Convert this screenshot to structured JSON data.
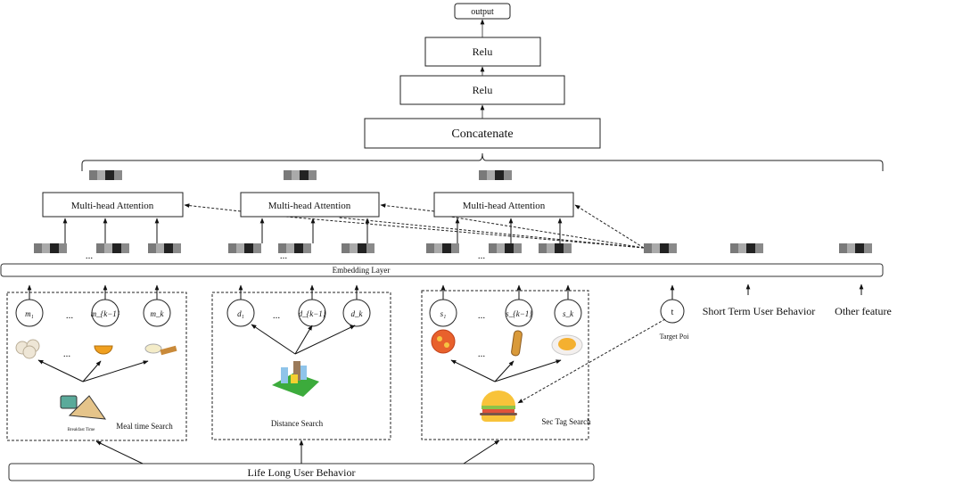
{
  "top": {
    "output": "output",
    "relu_top": "Relu",
    "relu_bottom": "Relu",
    "concatenate": "Concatenate"
  },
  "attention": {
    "label": "Multi-head Attention",
    "ellipsis": "..."
  },
  "embedding_layer": "Embedding Layer",
  "meal": {
    "title": "Meal time Search",
    "nodes": [
      "m₁",
      "m_{k−1}",
      "m_k"
    ],
    "logo_text": "Breakfast Time"
  },
  "distance": {
    "title": "Distance Search",
    "nodes": [
      "d₁",
      "d_{k−1}",
      "d_k"
    ]
  },
  "sec": {
    "title": "Sec Tag Search",
    "nodes": [
      "s₁",
      "s_{k−1}",
      "s_k"
    ]
  },
  "target": {
    "node": "t",
    "label": "Target Poi"
  },
  "short_term": "Short Term User Behavior",
  "other_feature": "Other feature",
  "life_long": "Life Long User Behavior",
  "colors": {
    "emb_1": "#7a7a7a",
    "emb_2": "#aaaaaa",
    "emb_3": "#222222",
    "emb_4": "#8a8a8a",
    "box_stroke": "#222222"
  }
}
